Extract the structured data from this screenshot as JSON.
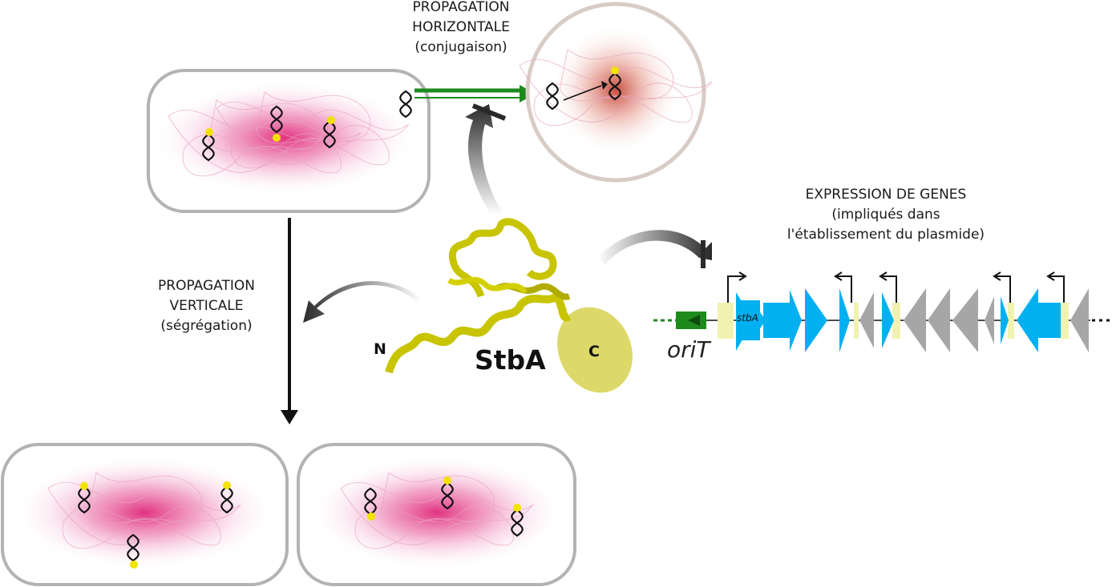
{
  "labels": {
    "propagation_horizontale": [
      "PROPAGATION",
      "HORIZONTALE",
      "(conjugaison)"
    ],
    "propagation_verticale": [
      "PROPAGATION",
      "VERTICALE",
      "(ségrégation)"
    ],
    "expression_genes": [
      "EXPRESSION DE GENES",
      "(impliqués dans",
      "l'établissement du plasmide)"
    ],
    "protein_name": "StbA",
    "n_terminus": "N",
    "c_terminus": "C",
    "origin": "oriT",
    "gene_stba": "stbA"
  },
  "colors": {
    "cell_outline": "#b3b3b3",
    "recipient_outline": "#d9cbc5",
    "nucleoid": "#e0287a",
    "recipient_nucleoid": "#c0392b",
    "plasmid_dot": "#f2e200",
    "protein": "#c8c400",
    "c_domain": "#dcd96a",
    "conjugation_arrow": "#1e8a1e",
    "gene_blue": "#00b0f0",
    "gene_gray": "#a6a6a6",
    "orit_green": "#1e8a1e",
    "promoter_band": "#f2f2b0"
  },
  "icons": [
    "plasmid-icon",
    "protein-structure-icon",
    "inhibition-arrow-icon",
    "promoter-arrow-icon"
  ]
}
